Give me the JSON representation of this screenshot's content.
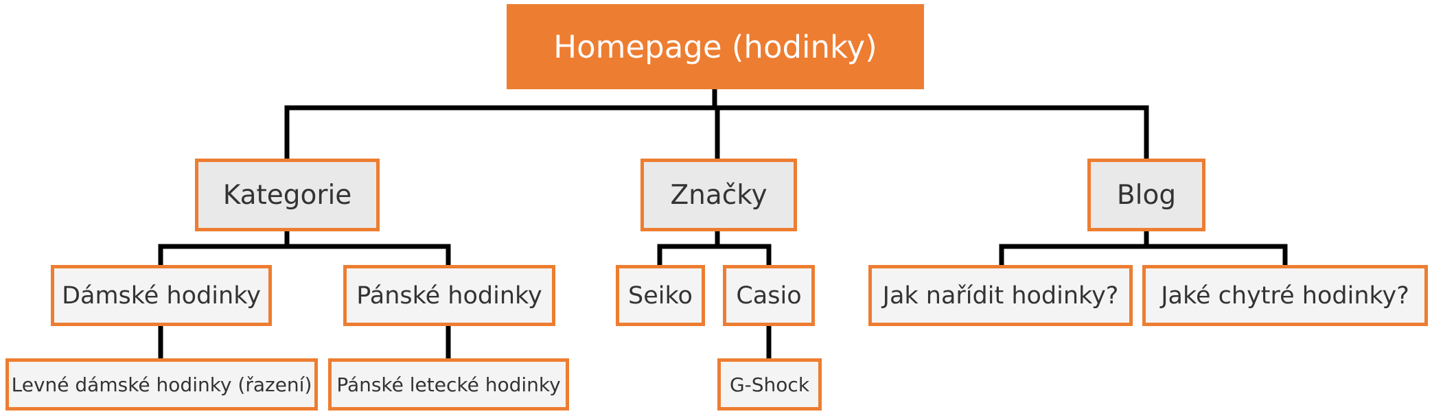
{
  "colors": {
    "accent": "#ed7d31",
    "line": "#000000",
    "text": "#333333"
  },
  "root": {
    "label": "Homepage (hodinky)"
  },
  "kategorie": {
    "label": "Kategorie",
    "damske": {
      "label": "Dámské hodinky",
      "child": "Levné dámské hodinky (řazení)"
    },
    "panske": {
      "label": "Pánské hodinky",
      "child": "Pánské letecké hodinky"
    }
  },
  "znacky": {
    "label": "Značky",
    "seiko": {
      "label": "Seiko"
    },
    "casio": {
      "label": "Casio",
      "child": "G-Shock"
    }
  },
  "blog": {
    "label": "Blog",
    "post1": {
      "label": "Jak nařídit hodinky?"
    },
    "post2": {
      "label": "Jaké chytré hodinky?"
    }
  }
}
